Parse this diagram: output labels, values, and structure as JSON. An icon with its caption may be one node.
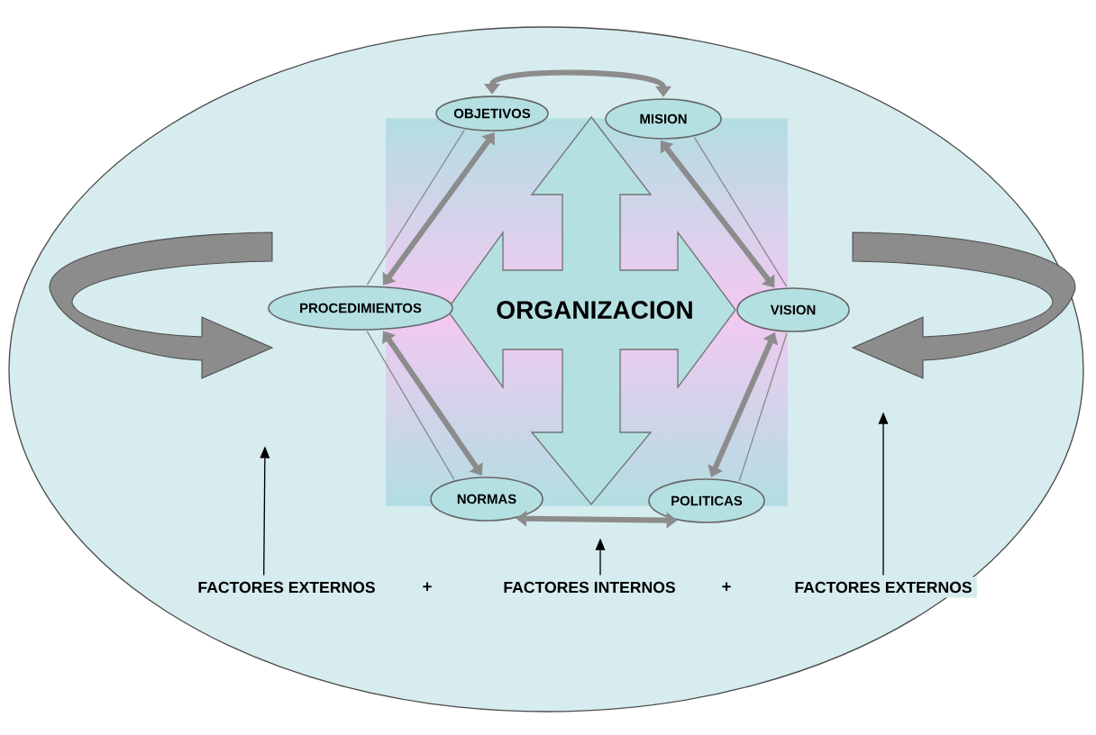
{
  "diagram": {
    "nodes": [
      {
        "text": [
          "ORGANIZACION"
        ]
      },
      {
        "text": [
          "OBJETIVOS"
        ]
      },
      {
        "text": [
          "MISION"
        ]
      },
      {
        "text": [
          "PROCEDIMIENTOS"
        ]
      },
      {
        "text": [
          "NORMAS"
        ]
      },
      {
        "text": [
          "VISION"
        ]
      },
      {
        "text": [
          "POLITICAS"
        ]
      },
      {
        "text": [
          "FACTORES EXTERNOS"
        ]
      },
      {
        "text": [
          "FACTORES INTERNOS"
        ]
      },
      {
        "text": [
          "FACTORES EXTERNOS"
        ]
      }
    ],
    "edges": [
      {
        "from": 1,
        "to": 2,
        "arrow": "both",
        "style": "thick"
      },
      {
        "from": 1,
        "to": 3,
        "arrow": "both",
        "style": "thick"
      },
      {
        "from": 2,
        "to": 5,
        "arrow": "both",
        "style": "thick"
      },
      {
        "from": 3,
        "to": 4,
        "arrow": "both",
        "style": "thick"
      },
      {
        "from": 5,
        "to": 6,
        "arrow": "both",
        "style": "thick"
      },
      {
        "from": 4,
        "to": 6,
        "arrow": "both",
        "style": "thick"
      },
      {
        "from": 1,
        "to": 3,
        "arrow": "none"
      },
      {
        "from": 2,
        "to": 5,
        "arrow": "none"
      },
      {
        "from": 3,
        "to": 4,
        "arrow": "none"
      },
      {
        "from": 5,
        "to": 6,
        "arrow": "none"
      },
      {
        "from": 7,
        "to": null,
        "arrow": "to",
        "color": "#000000"
      },
      {
        "from": 8,
        "to": null,
        "arrow": "to",
        "color": "#000000"
      },
      {
        "from": 9,
        "to": null,
        "arrow": "to",
        "color": "#000000"
      }
    ],
    "labels": [
      "+",
      "+"
    ]
  }
}
